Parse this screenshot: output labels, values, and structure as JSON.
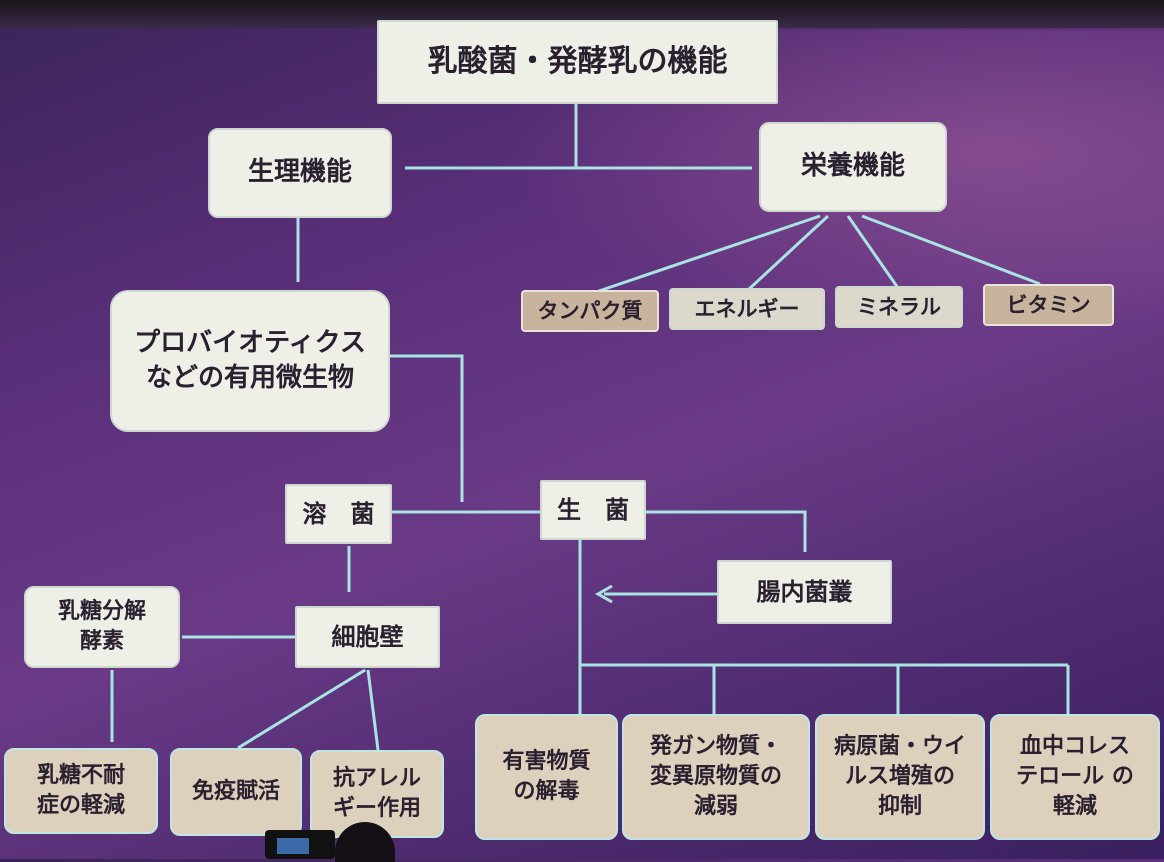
{
  "title": "乳酸菌・発酵乳の機能",
  "physiological": "生理機能",
  "nutritional": "栄養機能",
  "nutrients": [
    "タンパク質",
    "エネルギー",
    "ミネラル",
    "ビタミン"
  ],
  "probiotics": [
    "プロバイオティクス",
    "などの有用微生物"
  ],
  "lysed": "溶　菌",
  "live": "生　菌",
  "gut_flora": "腸内菌叢",
  "cell_wall": "細胞壁",
  "lactase": [
    "乳糖分解",
    "酵素"
  ],
  "lactose_intolerance": [
    "乳糖不耐",
    "症の軽減"
  ],
  "immune": "免疫賦活",
  "antiallergy": [
    "抗アレル",
    "ギー作用"
  ],
  "effects": [
    [
      "有害物質",
      "の解毒"
    ],
    [
      "発ガン物質・",
      "変異原物質の",
      "減弱"
    ],
    [
      "病原菌・ウイ",
      "ルス増殖の",
      "抑制"
    ],
    [
      "血中コレス",
      "テロール の",
      "軽減"
    ]
  ],
  "colors": {
    "line": "#a8e4e2",
    "box": "#eef0e8",
    "tan_box": "#c8b49c",
    "background": "#5a2f7a"
  }
}
